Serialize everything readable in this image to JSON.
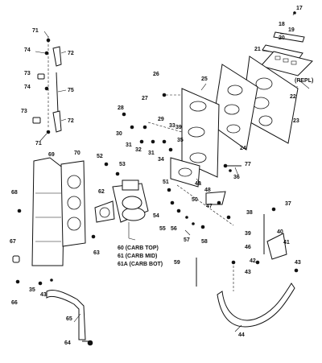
{
  "callouts": [
    "71",
    "72",
    "74",
    "73",
    "75",
    "73",
    "74",
    "71",
    "72",
    "17",
    "18",
    "19",
    "20",
    "21",
    "(REPL)",
    "22",
    "23",
    "24",
    "25",
    "26",
    "27",
    "28",
    "29",
    "30",
    "31",
    "32",
    "33",
    "34",
    "31",
    "39",
    "35",
    "36",
    "77",
    "69",
    "70",
    "68",
    "52",
    "53",
    "62",
    "67",
    "63",
    "66",
    "35",
    "43",
    "51",
    "50",
    "48",
    "47",
    "49",
    "54",
    "55",
    "56",
    "57",
    "58",
    "59",
    "38",
    "37",
    "39",
    "40",
    "41",
    "46",
    "42",
    "43",
    "43",
    "44",
    "65",
    "64"
  ],
  "carb_labels": [
    "60 (CARB TOP)",
    "61 (CARB MID)",
    "61A (CARB BOT)"
  ]
}
